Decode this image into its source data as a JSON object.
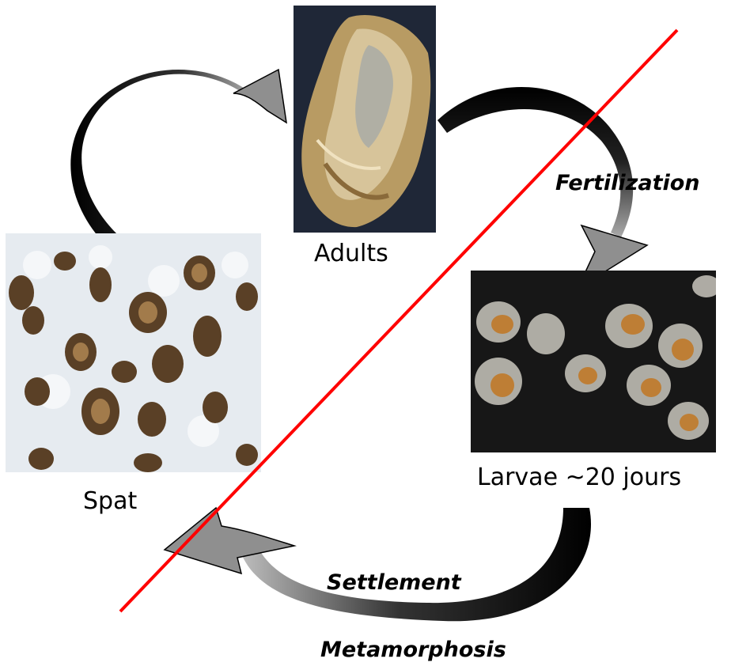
{
  "stages": {
    "adults": "Adults",
    "larvae": "Larvae ~20 jours",
    "spat": "Spat"
  },
  "processes": {
    "fertilization": "Fertilization",
    "settlement": "Settlement",
    "metamorphosis": "Metamorphosis"
  },
  "colors": {
    "crossline": "#ff0000",
    "arrow_dark": "#000000",
    "arrow_light": "#9a9a9a"
  }
}
